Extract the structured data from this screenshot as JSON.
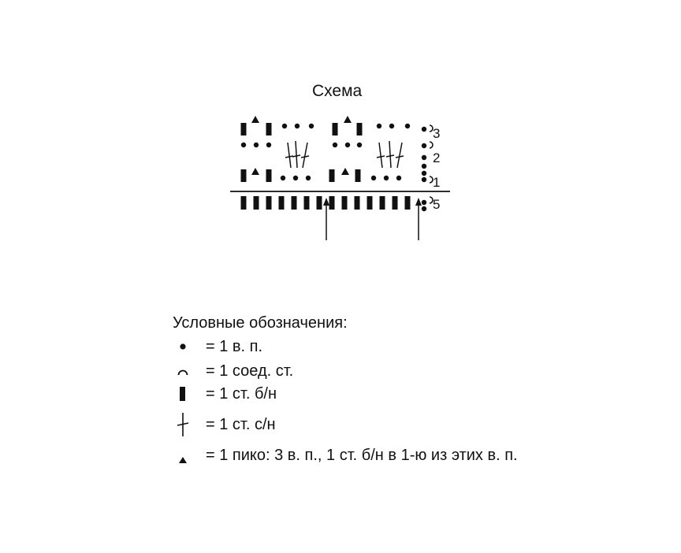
{
  "diagram": {
    "title": "Схема",
    "row_labels": [
      "3",
      "2",
      "1",
      "5"
    ]
  },
  "legend": {
    "title": "Условные обозначения:",
    "items": [
      {
        "icon": "chain-dot-icon",
        "text": "= 1 в. п."
      },
      {
        "icon": "slip-stitch-arc-icon",
        "text": "= 1 соед. ст."
      },
      {
        "icon": "single-crochet-bar-icon",
        "text": "= 1 ст. б/н"
      },
      {
        "icon": "double-crochet-cross-icon",
        "text": "= 1 ст. с/н"
      },
      {
        "icon": "picot-triangle-icon",
        "text": "= 1 пико: 3 в. п., 1 ст. б/н в 1-ю из этих в. п."
      }
    ]
  }
}
